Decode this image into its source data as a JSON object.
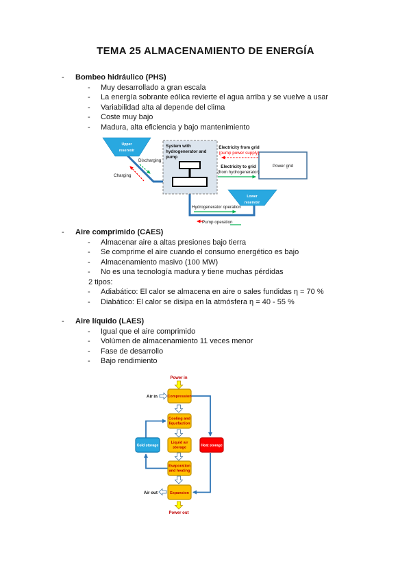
{
  "title": "TEMA 25 ALMACENAMIENTO DE ENERGÍA",
  "sections": {
    "phs": {
      "rows": [
        {
          "lvl": "h",
          "m": "-",
          "t": "Bombeo hidráulico (PHS)"
        },
        {
          "lvl": "b",
          "m": "-",
          "t": "Muy desarrollado a gran escala"
        },
        {
          "lvl": "b",
          "m": "-",
          "t": "La energía sobrante eólica revierte el agua arriba y se vuelve a usar"
        },
        {
          "lvl": "b",
          "m": "-",
          "t": "Variabilidad alta al depende del clima"
        },
        {
          "lvl": "b",
          "m": "-",
          "t": "Coste muy bajo"
        },
        {
          "lvl": "b",
          "m": "-",
          "t": "Madura, alta eficiencia y bajo mantenimiento"
        }
      ]
    },
    "caes": {
      "rows": [
        {
          "lvl": "h",
          "m": "-",
          "t": "Aire comprimido (CAES)"
        },
        {
          "lvl": "b",
          "m": "-",
          "t": "Almacenar aire a altas presiones bajo tierra"
        },
        {
          "lvl": "b",
          "m": "-",
          "t": "Se comprime el aire cuando el consumo energético es bajo"
        },
        {
          "lvl": "b",
          "m": "-",
          "t": "Almacenamiento masivo (100 MW)"
        },
        {
          "lvl": "b",
          "m": "-",
          "t": "No es una tecnología madura y tiene muchas pérdidas"
        },
        {
          "lvl": "n",
          "m": "",
          "t": "2 tipos:"
        },
        {
          "lvl": "b",
          "m": "-",
          "t": "Adiabático: El calor se almacena en aire o sales fundidas η = 70 %"
        },
        {
          "lvl": "b",
          "m": "-",
          "t": "Diabático: El calor se disipa en la atmósfera η = 40 - 55 %"
        }
      ]
    },
    "laes": {
      "rows": [
        {
          "lvl": "h",
          "m": "-",
          "t": "Aire líquido (LAES)"
        },
        {
          "lvl": "b",
          "m": "-",
          "t": "Igual que el aire comprimido"
        },
        {
          "lvl": "b",
          "m": "-",
          "t": "Volúmen de almacenamiento 11 veces menor"
        },
        {
          "lvl": "b",
          "m": "-",
          "t": "Fase de desarrollo"
        },
        {
          "lvl": "b",
          "m": "-",
          "t": "Bajo rendimiento"
        }
      ]
    }
  },
  "phs_diagram": {
    "upper_reservoir": [
      "Upper",
      "reservoir"
    ],
    "lower_reservoir": [
      "Lower",
      "reservoir"
    ],
    "system_box": [
      "System with",
      "hydrogenerator and",
      "pump"
    ],
    "power_grid": "Power grid",
    "discharging": "Discharging",
    "charging": "Charging",
    "electricity_from_grid": "Electricity from grid",
    "pump_power_supply": "(pump power supply)",
    "electricity_to_grid": "Electricity to grid",
    "from_hydrogenerator": "(from hydrogenerator)",
    "hydrogenerator_operation": "Hydrogenerator operation",
    "pump_operation": "Pump operation"
  },
  "laes_diagram": {
    "power_in": "Power in",
    "air_in": "Air in",
    "compression": "Compression",
    "cooling": [
      "Cooling and",
      "liquefaction"
    ],
    "cold_storage": "Cold storage",
    "liquid_air_storage": [
      "Liquid air",
      "storage"
    ],
    "heat_storage": "Heat storage",
    "evaporation": [
      "Evaporation",
      "and heating"
    ],
    "expansion": "Expansion",
    "air_out": "Air out",
    "power_out": "Power out"
  },
  "colors": {
    "reservoir_blue": "#29A8E0",
    "pipe_blue": "#2E74B5",
    "connector_blue": "#2E75B6",
    "grid_border_blue": "#41719C",
    "green": "#00B050",
    "red": "#FF0000",
    "orange_box": "#FFC000",
    "orange_border": "#BF9000",
    "box_text_red": "#C00000",
    "yellow": "#FFFF00",
    "system_box_fill": "#DCE5EE"
  }
}
